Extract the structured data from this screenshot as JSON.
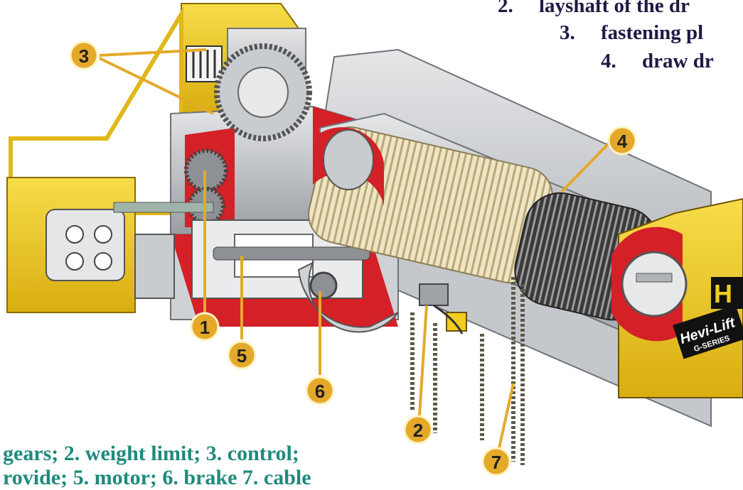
{
  "top_list": [
    {
      "number": "2.",
      "text": "layshaft of the dr"
    },
    {
      "number": "3.",
      "text": "fastening pl"
    },
    {
      "number": "4.",
      "text": "draw dr"
    }
  ],
  "caption": {
    "line1": "gears; 2. weight limit; 3. control;",
    "line2": "rovide; 5. motor; 6. brake 7. cable"
  },
  "callouts": [
    "1",
    "2",
    "3",
    "4",
    "5",
    "6",
    "7"
  ],
  "logo": {
    "brand": "Hevi-Lift",
    "series": "G-SERIES",
    "mark": "H"
  },
  "colors": {
    "housing_yellow": "#f2cc1f",
    "cutaway_red": "#d42027",
    "steel_gray": "#b8bcc0",
    "callout_gold": "#e5a92a",
    "caption_teal": "#1f8a7c",
    "heading_navy": "#1d1a44"
  }
}
